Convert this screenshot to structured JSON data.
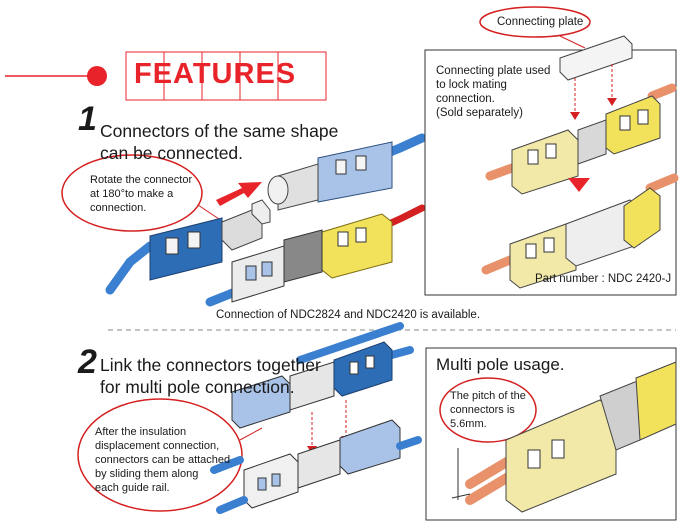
{
  "features_title": "FEATURES",
  "section1": {
    "number": "1",
    "heading_line1": "Connectors of the same shape",
    "heading_line2": "can be connected.",
    "bubble_line1": "Rotate the connector",
    "bubble_line2": "at 180°to make a",
    "bubble_line3": "connection.",
    "footnote": "Connection of NDC2824 and NDC2420 is available."
  },
  "plate_panel": {
    "bubble_label": "Connecting plate",
    "desc_line1": "Connecting plate used",
    "desc_line2": "to lock mating",
    "desc_line3": "connection.",
    "desc_line4": "(Sold separately)",
    "part_number": "Part number : NDC 2420-J"
  },
  "section2": {
    "number": "2",
    "heading_line1": "Link the connectors together",
    "heading_line2": "for multi pole connection.",
    "bubble_line1": "After the insulation",
    "bubble_line2": "displacement connection,",
    "bubble_line3": "connectors can be attached",
    "bubble_line4": "by sliding them along",
    "bubble_line5": "each guide rail."
  },
  "multipole_panel": {
    "title": "Multi pole usage.",
    "bubble_line1": "The pitch of the",
    "bubble_line2": "connectors is",
    "bubble_line3": "5.6mm."
  },
  "colors": {
    "accent_red": "#e8232a",
    "connector_blue": "#2d6db5",
    "wire_blue": "#3a7fd0",
    "connector_yellow": "#f2e15b",
    "wire_orange": "#e8916a",
    "wire_red": "#d42020",
    "housing_gray": "#c9c9c9"
  }
}
